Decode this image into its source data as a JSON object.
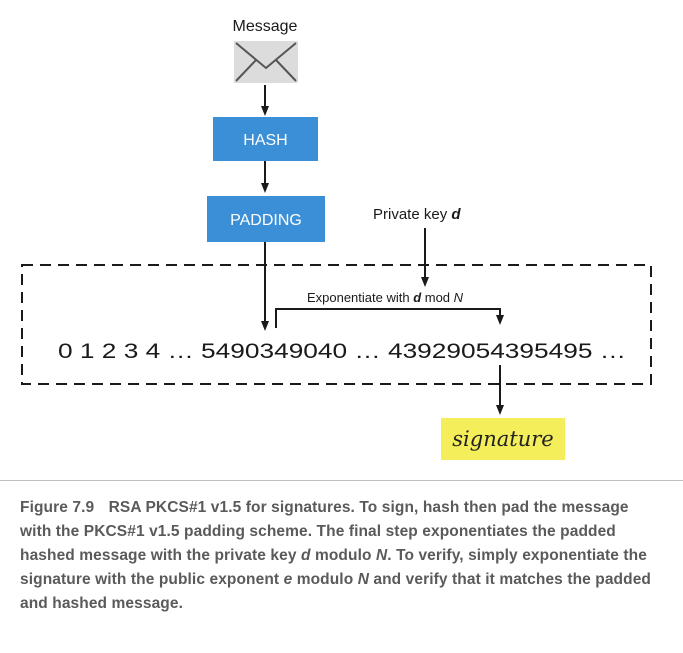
{
  "colors": {
    "box_fill": "#3b8fd6",
    "signature_fill": "#f4ee5a",
    "envelope_fill": "#dcdcdc",
    "caption_text": "#5a5a5a"
  },
  "icons": {
    "message": "envelope-icon"
  },
  "message_label": "Message",
  "hash_label": "HASH",
  "padding_label": "PADDING",
  "private_key": {
    "prefix": "Private key ",
    "var": "d"
  },
  "exponentiate": {
    "prefix": "Exponentiate with ",
    "var": "d",
    "suffix": " mod ",
    "modulus": "N"
  },
  "number_row": {
    "seg1": "0 1 2 3 4 … 5490349040 … 43929054395495 …"
  },
  "signature_label": "signature",
  "caption": {
    "figure": "Figure 7.9",
    "title": "RSA PKCS#1 v1.5 for signatures.",
    "t1": " To sign, hash then pad the message with the PKCS#1 v1.5 padding scheme. The final step exponentiates the padded hashed message with the private key ",
    "v1": "d",
    "t2": " modulo ",
    "v2": "N",
    "t3": ". To verify, simply exponentiate the signature with the public exponent ",
    "v3": "e",
    "t4": " modulo ",
    "v4": "N",
    "t5": " and verify that it matches the padded and hashed message."
  }
}
